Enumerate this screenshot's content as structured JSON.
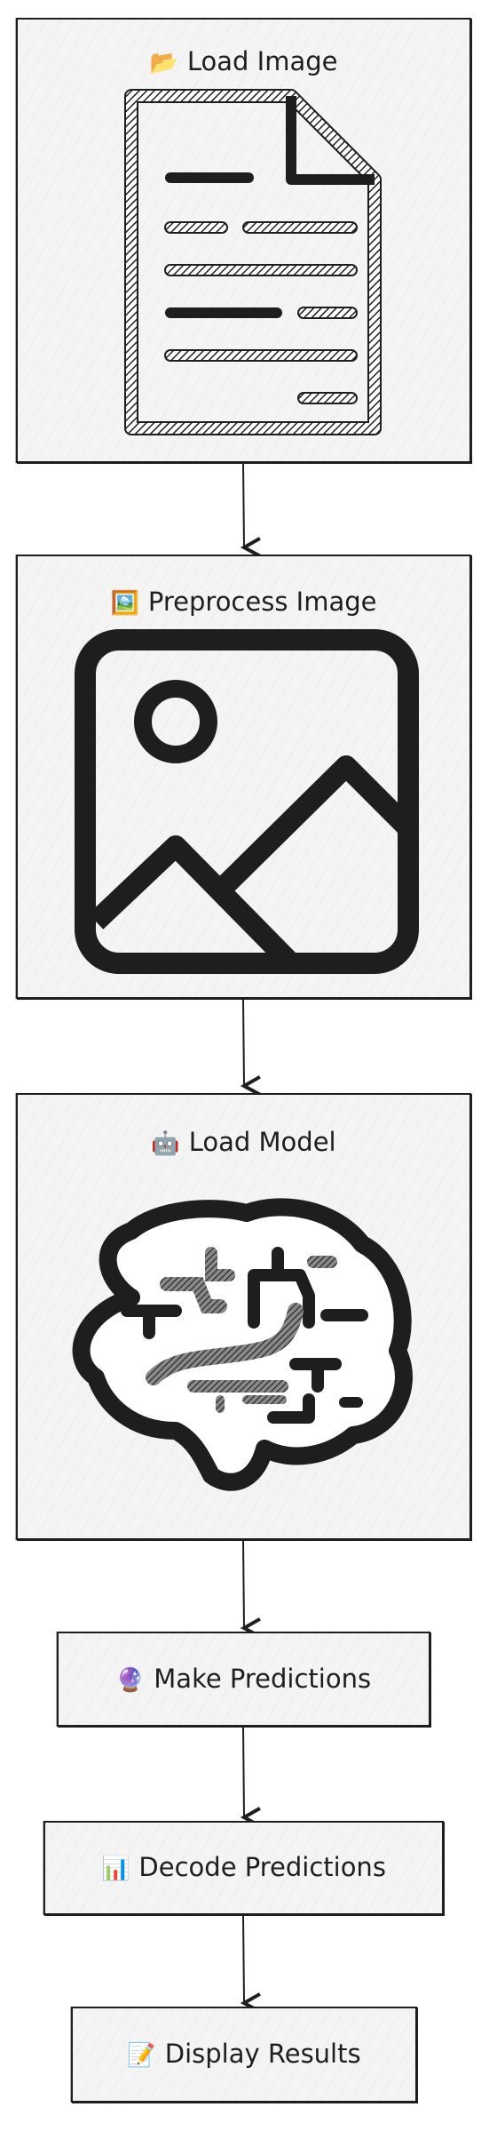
{
  "steps": [
    {
      "label": "Load Image",
      "emoji": "📂",
      "icon": "document-icon"
    },
    {
      "label": "Preprocess Image",
      "emoji": "🖼️",
      "icon": "image-icon"
    },
    {
      "label": "Load Model",
      "emoji": "🤖",
      "icon": "brain-icon"
    },
    {
      "label": "Make Predictions",
      "emoji": "🔮",
      "icon": null
    },
    {
      "label": "Decode Predictions",
      "emoji": "📊",
      "icon": null
    },
    {
      "label": "Display Results",
      "emoji": "📝",
      "icon": null
    }
  ],
  "colors": {
    "stroke": "#1e1e1e",
    "fill": "#f4f4f4"
  }
}
